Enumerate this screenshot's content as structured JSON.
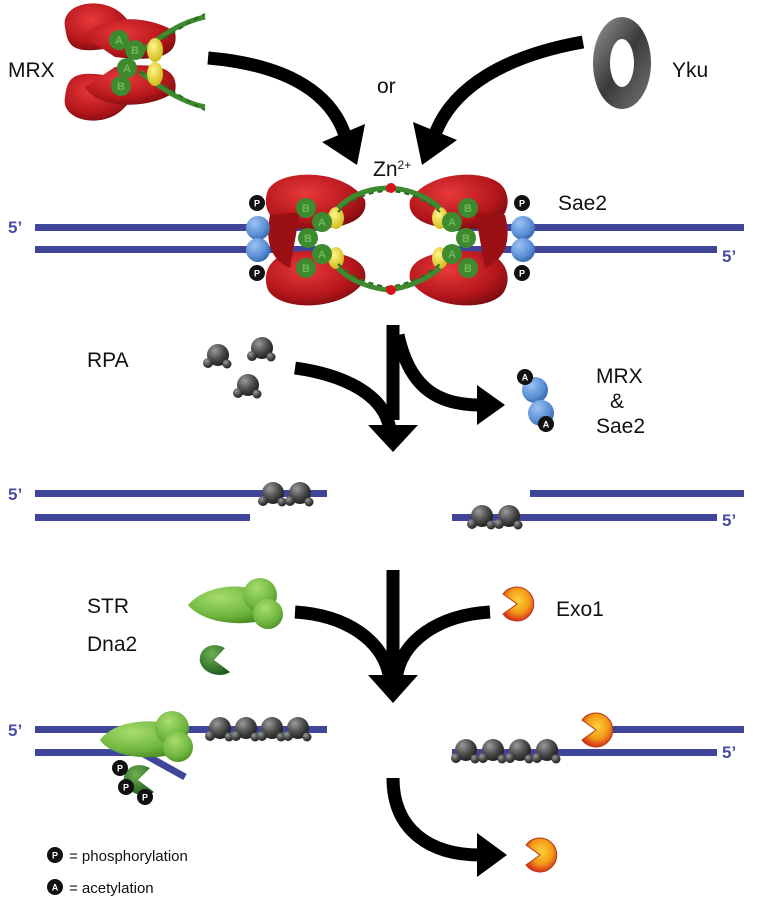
{
  "labels": {
    "mrx": "MRX",
    "or": "or",
    "yku": "Yku",
    "zn_base": "Zn",
    "zn_sup": "2+",
    "sae2": "Sae2",
    "rpa": "RPA",
    "mrx_release_1": "MRX",
    "mrx_release_2": "&",
    "mrx_release_3": "Sae2",
    "str": "STR",
    "dna2": "Dna2",
    "exo1": "Exo1",
    "five_prime": "5’"
  },
  "badges": {
    "phospho": "P",
    "acetyl": "A"
  },
  "subunits": {
    "a": "A",
    "b": "B"
  },
  "legend": {
    "p_text": "= phosphorylation",
    "a_text": "= acetylation"
  },
  "colors": {
    "dna": "#3f4699",
    "mre11": "#b3161b",
    "rad50": "#3d8a2f",
    "hinge": "#e3d21a",
    "zinc": "#d8131b",
    "sae2": "#5b8fd6",
    "rpa": "#4a4a4a",
    "str": "#6cb43c",
    "exo1": "#f29a16",
    "badge": "#111111"
  }
}
